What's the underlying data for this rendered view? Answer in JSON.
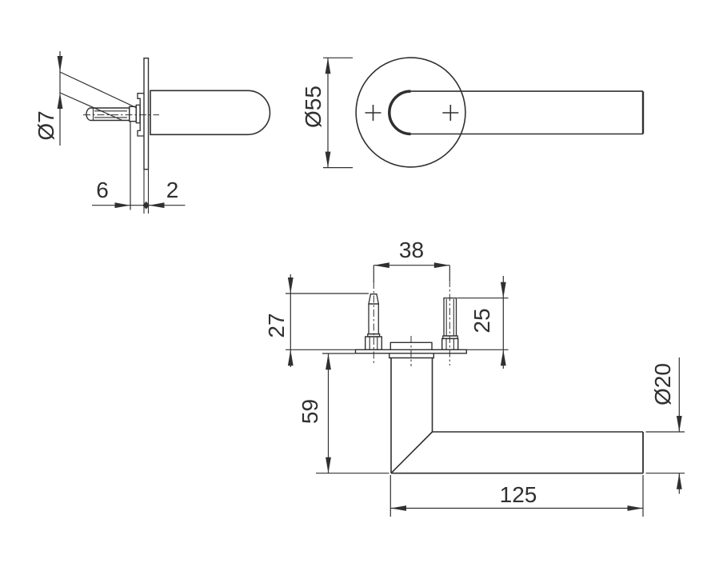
{
  "colors": {
    "line": "#303030",
    "background": "#ffffff"
  },
  "views": {
    "side": {
      "labels": {
        "spindle_diameter": "Ø7",
        "backset": "6",
        "rosette_thickness": "2"
      }
    },
    "front": {
      "labels": {
        "rosette_diameter": "Ø55"
      }
    },
    "top": {
      "labels": {
        "fixing_spacing": "38",
        "spindle_projection": "27",
        "screw_projection": "25",
        "handle_depth": "59",
        "handle_length": "125",
        "grip_diameter": "Ø20"
      }
    }
  }
}
